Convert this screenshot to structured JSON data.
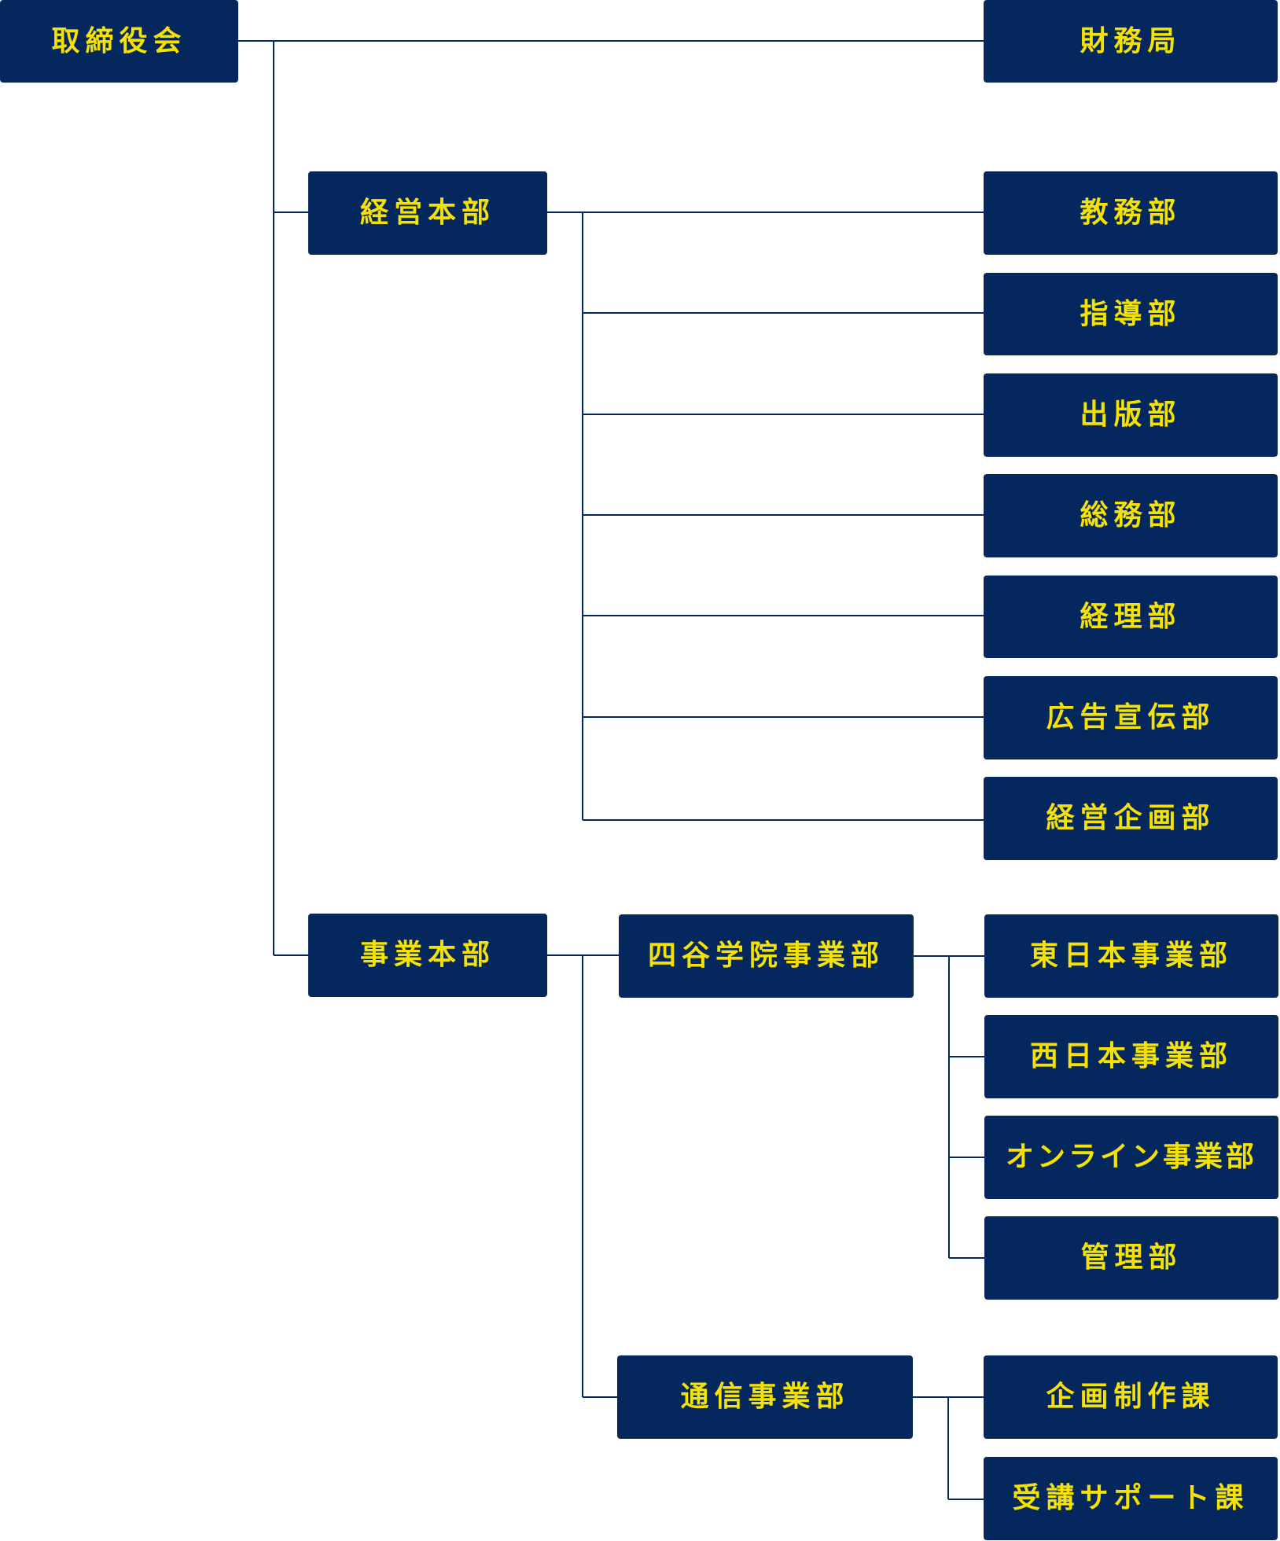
{
  "colors": {
    "box": "#04275e",
    "text": "#f6e200",
    "line": "#04275e"
  },
  "nodes": {
    "board": "取締役会",
    "finance_bureau": "財務局",
    "management_hq": "経営本部",
    "education_dept": "教務部",
    "guidance_dept": "指導部",
    "publishing_dept": "出版部",
    "general_affairs_dept": "総務部",
    "accounting_dept": "経理部",
    "advertising_dept": "広告宣伝部",
    "corporate_planning_dept": "経営企画部",
    "business_hq": "事業本部",
    "yotsuya_gakuin_division": "四谷学院事業部",
    "east_japan_division": "東日本事業部",
    "west_japan_division": "西日本事業部",
    "online_division": "オンライン事業部",
    "administration_dept": "管理部",
    "correspondence_division": "通信事業部",
    "planning_production_section": "企画制作課",
    "student_support_section": "受講サポート課"
  }
}
